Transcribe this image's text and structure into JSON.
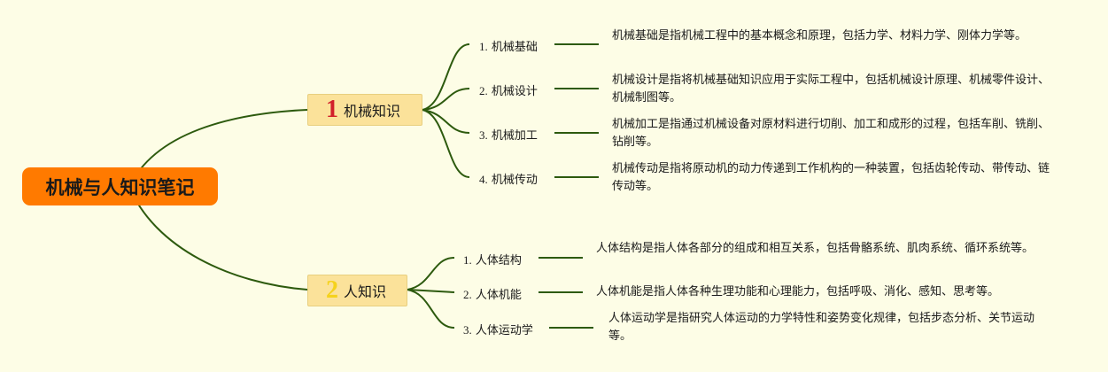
{
  "root": {
    "label": "机械与人知识笔记"
  },
  "branches": [
    {
      "num": "1",
      "label": "机械知识",
      "num_color": "#d2202a",
      "children": [
        {
          "index": "1.",
          "label": "机械基础",
          "desc": "机械基础是指机械工程中的基本概念和原理，包括力学、材料力学、刚体力学等。"
        },
        {
          "index": "2.",
          "label": "机械设计",
          "desc": "机械设计是指将机械基础知识应用于实际工程中，包括机械设计原理、机械零件设计、机械制图等。"
        },
        {
          "index": "3.",
          "label": "机械加工",
          "desc": "机械加工是指通过机械设备对原材料进行切削、加工和成形的过程，包括车削、铣削、钻削等。"
        },
        {
          "index": "4.",
          "label": "机械传动",
          "desc": "机械传动是指将原动机的动力传递到工作机构的一种装置，包括齿轮传动、带传动、链传动等。"
        }
      ]
    },
    {
      "num": "2",
      "label": "人知识",
      "num_color": "#f5d21c",
      "children": [
        {
          "index": "1.",
          "label": "人体结构",
          "desc": "人体结构是指人体各部分的组成和相互关系，包括骨骼系统、肌肉系统、循环系统等。"
        },
        {
          "index": "2.",
          "label": "人体机能",
          "desc": "人体机能是指人体各种生理功能和心理能力，包括呼吸、消化、感知、思考等。"
        },
        {
          "index": "3.",
          "label": "人体运动学",
          "desc": "人体运动学是指研究人体运动的力学特性和姿势变化规律，包括步态分析、关节运动等。"
        }
      ]
    }
  ],
  "colors": {
    "line": "#2d5a0e",
    "root_bg": "#ff7a00",
    "branch_bg": "#fbe29a",
    "background": "#fdfde6"
  }
}
